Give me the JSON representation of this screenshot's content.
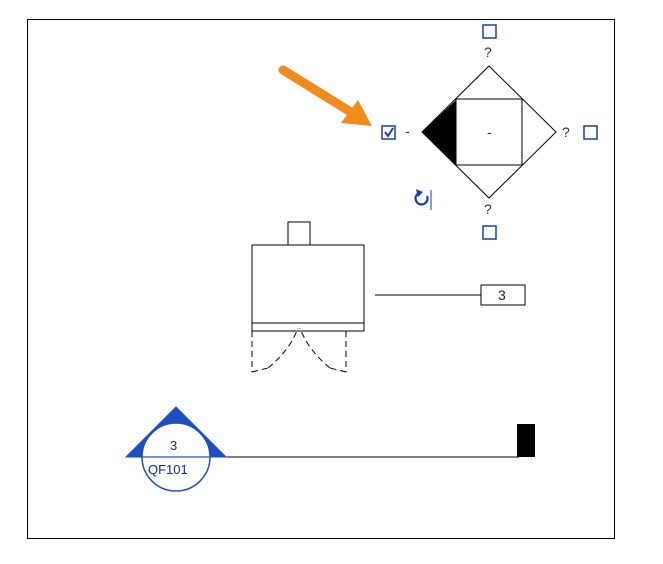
{
  "elevation_key": {
    "question_top": "?",
    "question_right": "?",
    "question_bottom": "?",
    "center_value": "-",
    "left_value": "-"
  },
  "door_tag": {
    "value": "3"
  },
  "section_head": {
    "number": "3",
    "sheet": "QF101"
  },
  "colors": {
    "accent_blue": "#1f4fbf",
    "control_blue": "#1a3fa8",
    "arrow_orange": "#f28a1e",
    "ink": "#000000"
  },
  "icons": [
    "checkbox-checked-icon",
    "checkbox-icon",
    "rotate-icon",
    "arrow-pointer-icon"
  ]
}
